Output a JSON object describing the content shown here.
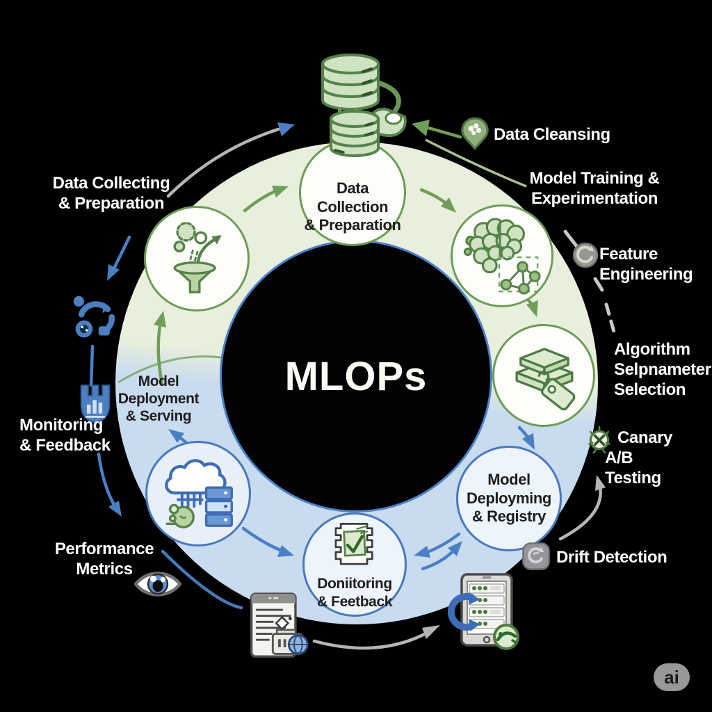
{
  "center": {
    "title": "MLOPs"
  },
  "watermark": "ai",
  "nodes": {
    "data_collection": {
      "line1": "Data Collection",
      "line2": "& Preparation"
    },
    "model_deployming": {
      "line1": "Model",
      "line2": "Deployming",
      "line3": "& Registry"
    },
    "donitoring": {
      "line1": "Doniitoring",
      "line2": "& Feetback"
    },
    "deployment_serving": {
      "line1": "Model",
      "line2": "Deployment",
      "line3": "& Serving"
    }
  },
  "labels": {
    "data_collecting": {
      "line1": "Data Collecting",
      "line2": "& Preparation"
    },
    "data_cleansing": "Data Cleansing",
    "model_training": {
      "line1": "Model Training &",
      "line2": "Experimentation"
    },
    "feature_engineering": {
      "line1": "Feature",
      "line2": "Engineering"
    },
    "algorithm_selection": {
      "line1": "Algorithm",
      "line2": "Selpnameter",
      "line3": "Selection"
    },
    "canary_ab": {
      "line1": "Canary",
      "line2": "A/B Testing"
    },
    "drift_detection": "Drift Detection",
    "performance_metrics": {
      "line1": "Performance",
      "line2": "Metrics"
    },
    "monitoring_feedback": {
      "line1": "Monitoring",
      "line2": "& Feedback"
    }
  },
  "icons": {
    "database_top": "database-cylinders-with-scoop",
    "database_node": "database-cylinder",
    "funnel": "data-funnel-filter",
    "brain_network": "brain-with-node-graph",
    "boxes_tag": "stacked-boxes-with-tag",
    "cloud_servers": "cloud-with-server-stack",
    "checklist": "zigzag-document-checkmark",
    "map_pin": "brain-map-pin",
    "refresh_circle": "gray-circular-refresh",
    "canary_x": "circled-x-wreath",
    "drift_refresh": "rounded-square-refresh",
    "pipeline_loop": "blue-pipeline-cycle",
    "chart_hand": "blue-chart-holder",
    "eye": "blue-eye",
    "report_doc": "report-document-with-globe",
    "server_sync": "server-tablet-with-sync-arrow"
  },
  "colors": {
    "background": "#000000",
    "ring_green": "#e9efdd",
    "ring_blue": "#c9dbee",
    "green_border": "#6d9c57",
    "green_stroke": "#55824a",
    "green_fill": "#cfe3c2",
    "blue_accent": "#4a7fc4",
    "blue_node_fill": "#eef4fb",
    "gray_arrow": "#b5b5b5",
    "text_white": "#ffffff",
    "text_dark": "#1d1d1d"
  }
}
